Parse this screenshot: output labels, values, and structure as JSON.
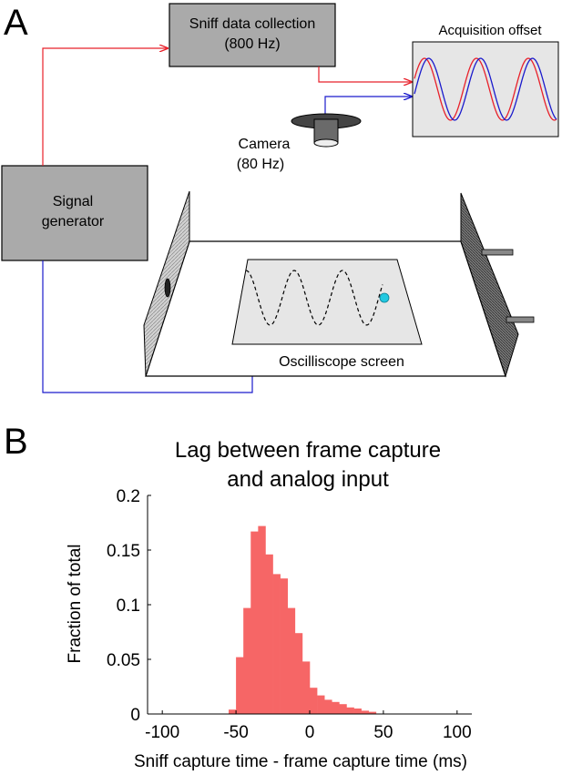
{
  "panel_a": {
    "label": "A",
    "sniff_box": {
      "line1": "Sniff data collection",
      "line2": "(800 Hz)"
    },
    "acquisition_label": "Acquisition offset",
    "camera": {
      "line1": "Camera",
      "line2": "(80 Hz)"
    },
    "signal_box": {
      "line1": "Signal",
      "line2": "generator"
    },
    "oscilloscope_label": "Oscilliscope screen",
    "colors": {
      "sniff_path": "#e8202a",
      "camera_path": "#1a1acc",
      "box_fill": "#aaaaaa",
      "screen_fill": "#e6e6e6",
      "dot": "#22c8e0"
    }
  },
  "panel_b": {
    "label": "B",
    "title_line1": "Lag between frame capture",
    "title_line2": "and analog input",
    "ylabel": "Fraction of total",
    "xlabel": "Sniff capture time - frame capture time (ms)",
    "x_ticks": [
      "-100",
      "-50",
      "0",
      "50",
      "100"
    ],
    "y_ticks": [
      "0",
      "0.05",
      "0.1",
      "0.15",
      "0.2"
    ]
  },
  "chart_data": {
    "type": "bar",
    "title": "Lag between frame capture and analog input",
    "xlabel": "Sniff capture time - frame capture time (ms)",
    "ylabel": "Fraction of total",
    "xlim": [
      -110,
      110
    ],
    "ylim": [
      0,
      0.2
    ],
    "bin_width": 5,
    "bin_edges": [
      -55,
      -50,
      -45,
      -40,
      -35,
      -30,
      -25,
      -20,
      -15,
      -10,
      -5,
      0,
      5,
      10,
      15,
      20,
      25,
      30,
      35,
      40,
      45
    ],
    "values": [
      0.004,
      0.052,
      0.097,
      0.167,
      0.172,
      0.146,
      0.128,
      0.124,
      0.097,
      0.074,
      0.048,
      0.024,
      0.017,
      0.013,
      0.011,
      0.009,
      0.006,
      0.005,
      0.003,
      0.002
    ],
    "color": "#f66666",
    "grid": false
  }
}
